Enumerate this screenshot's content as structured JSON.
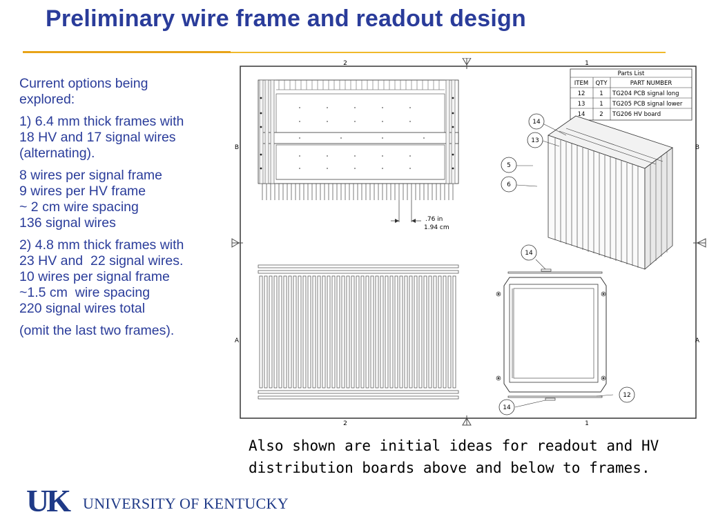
{
  "slide": {
    "title": "Preliminary wire frame and readout design",
    "bullets": [
      [
        "Current options being",
        "explored:"
      ],
      [
        "1) 6.4 mm thick frames with",
        "18 HV and 17 signal wires",
        "(alternating)."
      ],
      [
        "8 wires per signal frame",
        "9 wires per HV frame",
        "~ 2 cm wire spacing",
        "136 signal wires"
      ],
      [
        "2) 4.8 mm thick frames with",
        "23 HV and  22 signal wires.",
        "10 wires per signal frame",
        "~1.5 cm  wire spacing",
        "220 signal wires total"
      ],
      [
        "(omit the last two frames)."
      ]
    ],
    "caption": [
      "Also shown are initial ideas for readout and HV",
      "distribution boards above and below to frames."
    ],
    "logo": {
      "mark": "UK",
      "text": "UNIVERSITY OF KENTUCKY"
    },
    "colors": {
      "title": "#2a3c9a",
      "rule": "#e8a317",
      "logo": "#1f3a87"
    }
  },
  "drawing": {
    "zone_labels": {
      "top_left": "2",
      "top_right": "1",
      "bottom_left": "2",
      "bottom_right": "1",
      "left_upper": "B",
      "right_upper": "B",
      "left_lower": "A",
      "right_lower": "A"
    },
    "parts_list": {
      "title": "Parts List",
      "headers": [
        "ITEM",
        "QTY",
        "PART NUMBER"
      ],
      "rows": [
        [
          "12",
          "1",
          "TG204 PCB signal long"
        ],
        [
          "13",
          "1",
          "TG205 PCB signal lower"
        ],
        [
          "14",
          "2",
          "TG206 HV board"
        ]
      ]
    },
    "dimension": {
      "inches": ".76 in",
      "cm": "1.94 cm"
    },
    "balloons": {
      "b14_top": "14",
      "b13": "13",
      "b5": "5",
      "b6": "6",
      "b14_mid": "14",
      "b12": "12",
      "b14_bottom": "14"
    }
  }
}
